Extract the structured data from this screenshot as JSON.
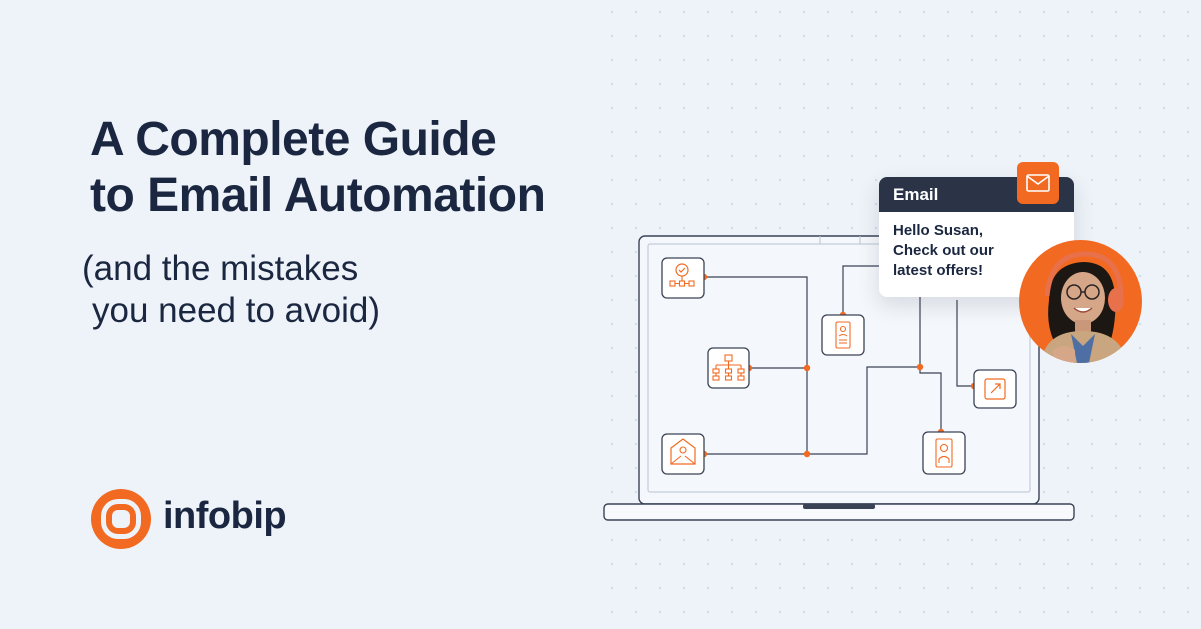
{
  "headline": {
    "line1": "A Complete Guide",
    "line2": "to Email Automation"
  },
  "subheadline": {
    "line1": "(and the mistakes",
    "line2": "you need to avoid)"
  },
  "brand": {
    "name": "infobip",
    "color": "#f26a21"
  },
  "email_card": {
    "header": "Email",
    "lines": [
      "Hello Susan,",
      "Check out our",
      "latest offers!"
    ]
  },
  "colors": {
    "accent": "#f26a21",
    "text": "#1b2740",
    "background": "#eef3f9",
    "card_header": "#2b3447"
  },
  "icons": [
    "check-flow-icon",
    "hierarchy-icon",
    "open-mail-icon",
    "contact-card-icon",
    "external-link-icon",
    "person-badge-icon",
    "envelope-icon"
  ]
}
